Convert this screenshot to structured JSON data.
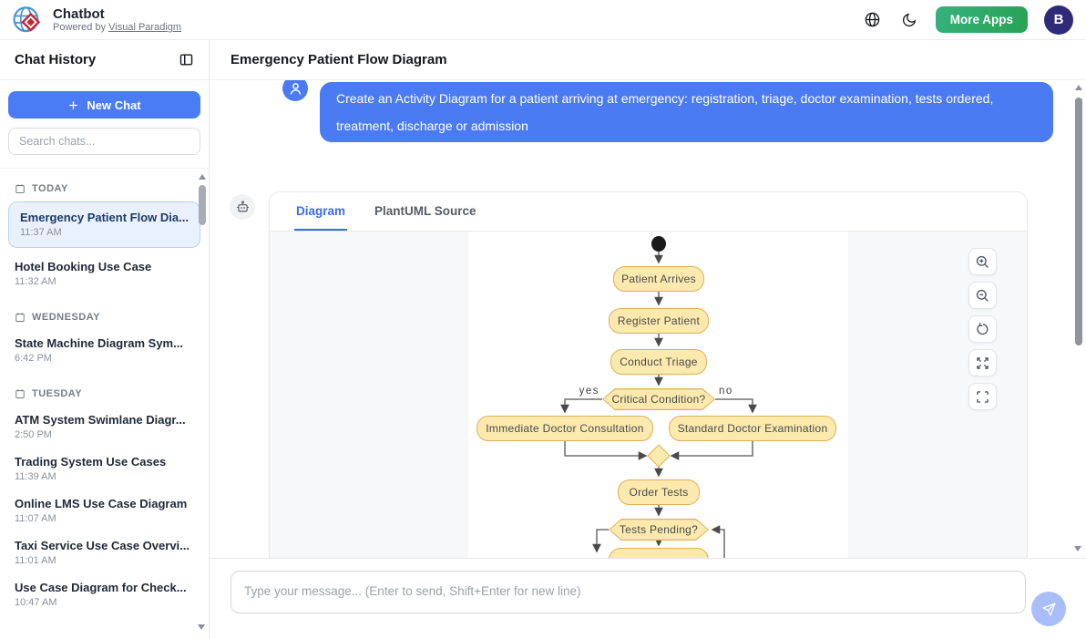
{
  "header": {
    "title": "Chatbot",
    "powered_by_prefix": "Powered by ",
    "powered_by_link": "Visual Paradigm",
    "more_apps_label": "More Apps",
    "avatar_initial": "B",
    "colors": {
      "more_apps_gradient": "#35b17c → #28a356",
      "avatar_bg": "#2f2b78"
    }
  },
  "sidebar": {
    "heading": "Chat History",
    "new_chat_label": "New Chat",
    "search_placeholder": "Search chats...",
    "sections": [
      {
        "label": "TODAY",
        "items": [
          {
            "title": "Emergency Patient Flow Dia...",
            "time": "11:37 AM",
            "selected": true
          },
          {
            "title": "Hotel Booking Use Case",
            "time": "11:32 AM",
            "selected": false
          }
        ]
      },
      {
        "label": "WEDNESDAY",
        "items": [
          {
            "title": "State Machine Diagram Sym...",
            "time": "6:42 PM",
            "selected": false
          }
        ]
      },
      {
        "label": "TUESDAY",
        "items": [
          {
            "title": "ATM System Swimlane Diagr...",
            "time": "2:50 PM",
            "selected": false
          },
          {
            "title": "Trading System Use Cases",
            "time": "11:39 AM",
            "selected": false
          },
          {
            "title": "Online LMS Use Case Diagram",
            "time": "11:07 AM",
            "selected": false
          },
          {
            "title": "Taxi Service Use Case Overvi...",
            "time": "11:01 AM",
            "selected": false
          },
          {
            "title": "Use Case Diagram for Check...",
            "time": "10:47 AM",
            "selected": false
          }
        ]
      }
    ]
  },
  "main": {
    "title": "Emergency Patient Flow Diagram",
    "user_message": "Create an Activity Diagram for a patient arriving at emergency: registration, triage, doctor examination, tests ordered, treatment, discharge or admission",
    "tabs": [
      {
        "label": "Diagram",
        "active": true
      },
      {
        "label": "PlantUML Source",
        "active": false
      }
    ],
    "input_placeholder": "Type your message... (Enter to send, Shift+Enter for new line)",
    "accent_blue": "#4b7bf3"
  },
  "diagram": {
    "type": "plantuml-activity",
    "activity1": "Patient Arrives",
    "activity2": "Register Patient",
    "activity3": "Conduct Triage",
    "decision1": "Critical Condition?",
    "label_yes": "yes",
    "label_no": "no",
    "branch_left": "Immediate Doctor Consultation",
    "branch_right": "Standard Doctor Examination",
    "activity4": "Order Tests",
    "decision2": "Tests Pending?",
    "node_fill": "#fce9ae",
    "node_border": "#dfae5a",
    "controls": [
      "zoom-in",
      "zoom-out",
      "reset",
      "expand",
      "fit"
    ]
  }
}
